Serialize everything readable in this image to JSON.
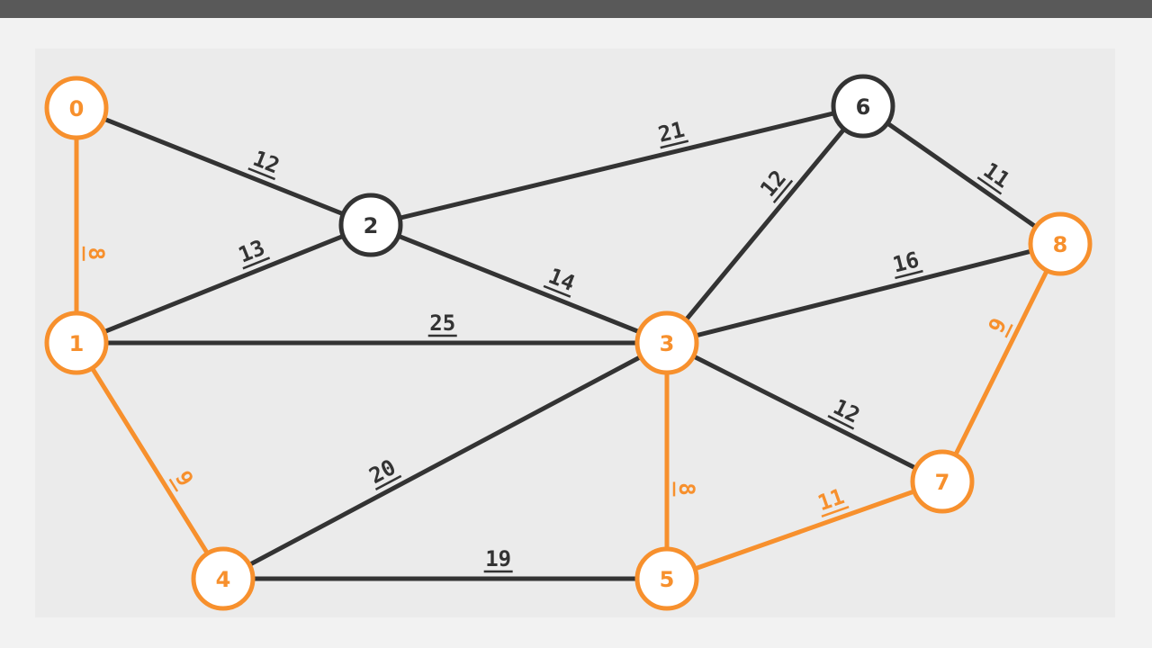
{
  "colors": {
    "background": "#f2f2f2",
    "top_bar": "#595959",
    "panel": "#ebebeb",
    "default": "#333333",
    "highlight": "#f7902d"
  },
  "nodes": [
    {
      "id": "0",
      "label": "0",
      "highlighted": true
    },
    {
      "id": "1",
      "label": "1",
      "highlighted": true
    },
    {
      "id": "2",
      "label": "2",
      "highlighted": false
    },
    {
      "id": "3",
      "label": "3",
      "highlighted": true
    },
    {
      "id": "4",
      "label": "4",
      "highlighted": true
    },
    {
      "id": "5",
      "label": "5",
      "highlighted": true
    },
    {
      "id": "6",
      "label": "6",
      "highlighted": false
    },
    {
      "id": "7",
      "label": "7",
      "highlighted": true
    },
    {
      "id": "8",
      "label": "8",
      "highlighted": true
    }
  ],
  "edges": [
    {
      "from": "0",
      "to": "1",
      "weight": "8",
      "highlighted": true
    },
    {
      "from": "0",
      "to": "2",
      "weight": "12",
      "highlighted": false
    },
    {
      "from": "1",
      "to": "2",
      "weight": "13",
      "highlighted": false
    },
    {
      "from": "1",
      "to": "3",
      "weight": "25",
      "highlighted": false
    },
    {
      "from": "1",
      "to": "4",
      "weight": "9",
      "highlighted": true
    },
    {
      "from": "2",
      "to": "3",
      "weight": "14",
      "highlighted": false
    },
    {
      "from": "2",
      "to": "6",
      "weight": "21",
      "highlighted": false
    },
    {
      "from": "3",
      "to": "4",
      "weight": "20",
      "highlighted": false
    },
    {
      "from": "3",
      "to": "5",
      "weight": "8",
      "highlighted": true
    },
    {
      "from": "3",
      "to": "6",
      "weight": "12",
      "highlighted": false
    },
    {
      "from": "3",
      "to": "7",
      "weight": "12",
      "highlighted": false
    },
    {
      "from": "3",
      "to": "8",
      "weight": "16",
      "highlighted": false
    },
    {
      "from": "4",
      "to": "5",
      "weight": "19",
      "highlighted": false
    },
    {
      "from": "5",
      "to": "7",
      "weight": "11",
      "highlighted": true
    },
    {
      "from": "6",
      "to": "8",
      "weight": "11",
      "highlighted": false
    },
    {
      "from": "7",
      "to": "8",
      "weight": "9",
      "highlighted": true
    }
  ]
}
